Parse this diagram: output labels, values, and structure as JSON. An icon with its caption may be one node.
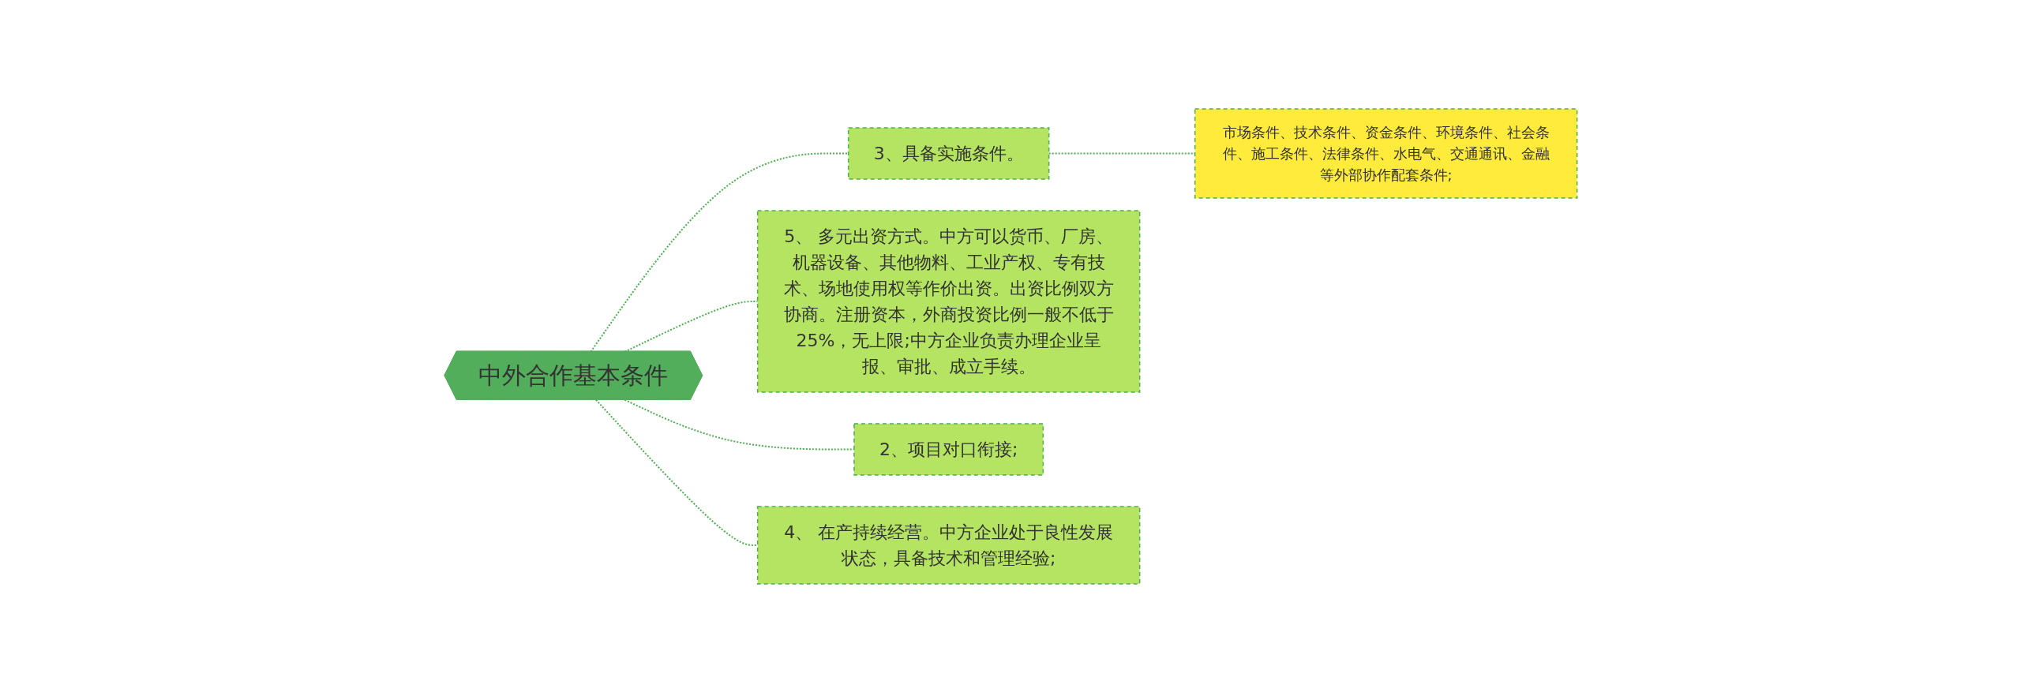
{
  "diagram": {
    "nodes": [
      {
        "text": [
          "中外合作基本条件"
        ]
      },
      {
        "text": [
          "3、具备实施条件。"
        ]
      },
      {
        "text": [
          "市场条件、技术条件、资金条件、环境条件、社会条件、施工条件、法律条件、水电气、交通通讯、金融等外部协作配套条件;"
        ]
      },
      {
        "text": [
          "5、 多元出资方式。中方可以货币、厂房、机器设备、其他物料、工业产权、专有技术、场地使用权等作价出资。出资比例双方协商。注册资本，外商投资比例一般不低于25%，无上限;中方企业负责办理企业呈报、审批、成立手续。"
        ]
      },
      {
        "text": [
          "2、项目对口衔接;"
        ]
      },
      {
        "text": [
          "4、 在产持续经营。中方企业处于良性发展状态，具备技术和管理经验;"
        ]
      }
    ],
    "edges": [
      {
        "from": 0,
        "to": 1,
        "arrow": "none",
        "style": "dashed"
      },
      {
        "from": 1,
        "to": 2,
        "arrow": "none",
        "style": "dashed"
      },
      {
        "from": 0,
        "to": 3,
        "arrow": "none",
        "style": "dashed"
      },
      {
        "from": 0,
        "to": 4,
        "arrow": "none",
        "style": "dashed"
      },
      {
        "from": 0,
        "to": 5,
        "arrow": "none",
        "style": "dashed"
      }
    ]
  }
}
